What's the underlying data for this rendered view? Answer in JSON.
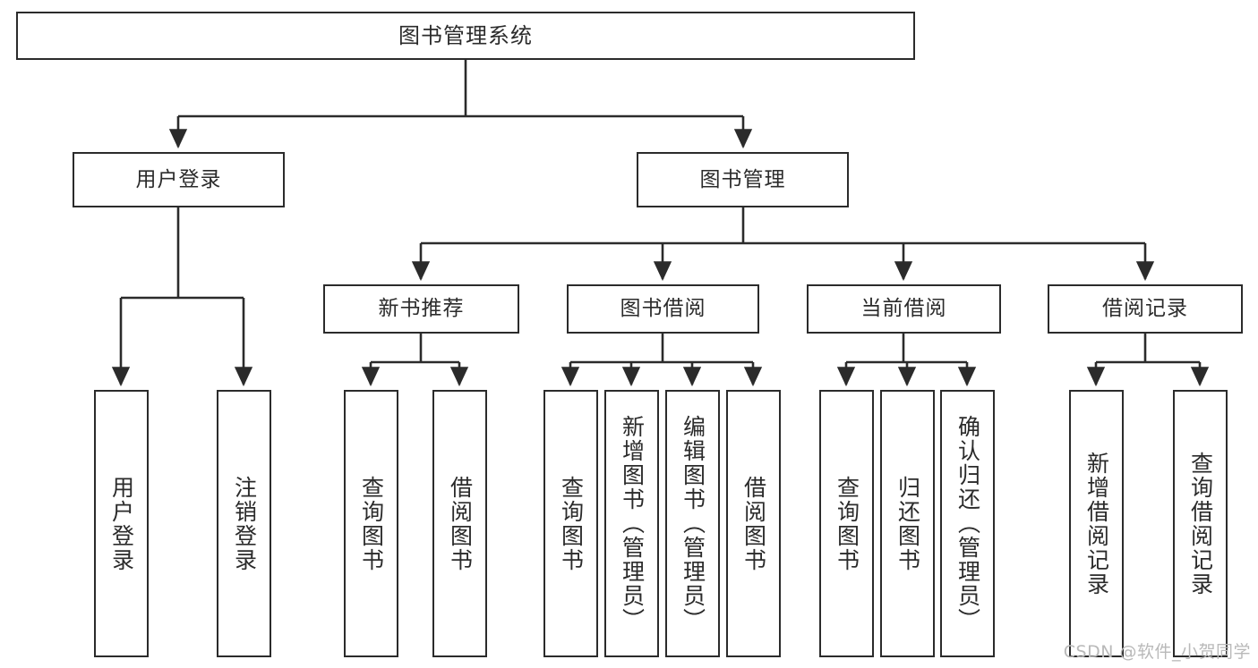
{
  "diagram": {
    "type": "tree-hierarchy",
    "title": "图书管理系统",
    "root": {
      "id": "root",
      "label": "图书管理系统"
    },
    "level2": [
      {
        "id": "user-login",
        "label": "用户登录"
      },
      {
        "id": "book-manage",
        "label": "图书管理"
      }
    ],
    "level3": [
      {
        "id": "new-book-rec",
        "label": "新书推荐",
        "parent": "book-manage"
      },
      {
        "id": "book-borrow",
        "label": "图书借阅",
        "parent": "book-manage"
      },
      {
        "id": "current-borrow",
        "label": "当前借阅",
        "parent": "book-manage"
      },
      {
        "id": "borrow-record",
        "label": "借阅记录",
        "parent": "book-manage"
      }
    ],
    "leaves": [
      {
        "id": "leaf-user-login",
        "label": "用户登录",
        "parent": "user-login"
      },
      {
        "id": "leaf-logout",
        "label": "注销登录",
        "parent": "user-login"
      },
      {
        "id": "leaf-query-book-1",
        "label": "查询图书",
        "parent": "new-book-rec"
      },
      {
        "id": "leaf-borrow-book-1",
        "label": "借阅图书",
        "parent": "new-book-rec"
      },
      {
        "id": "leaf-query-book-2",
        "label": "查询图书",
        "parent": "book-borrow"
      },
      {
        "id": "leaf-add-book",
        "label": "新增图书（管理员）",
        "parent": "book-borrow"
      },
      {
        "id": "leaf-edit-book",
        "label": "编辑图书（管理员）",
        "parent": "book-borrow"
      },
      {
        "id": "leaf-borrow-book-2",
        "label": "借阅图书",
        "parent": "book-borrow"
      },
      {
        "id": "leaf-query-book-3",
        "label": "查询图书",
        "parent": "current-borrow"
      },
      {
        "id": "leaf-return-book",
        "label": "归还图书",
        "parent": "current-borrow"
      },
      {
        "id": "leaf-confirm-return",
        "label": "确认归还（管理员）",
        "parent": "current-borrow"
      },
      {
        "id": "leaf-add-record",
        "label": "新增借阅记录",
        "parent": "borrow-record"
      },
      {
        "id": "leaf-query-record",
        "label": "查询借阅记录",
        "parent": "borrow-record"
      }
    ],
    "watermark": "CSDN @软件_小贺同学",
    "colors": {
      "stroke": "#2b2b2b",
      "fill": "#ffffff",
      "text": "#2b2b2b",
      "watermark": "#b9b9b9"
    }
  }
}
